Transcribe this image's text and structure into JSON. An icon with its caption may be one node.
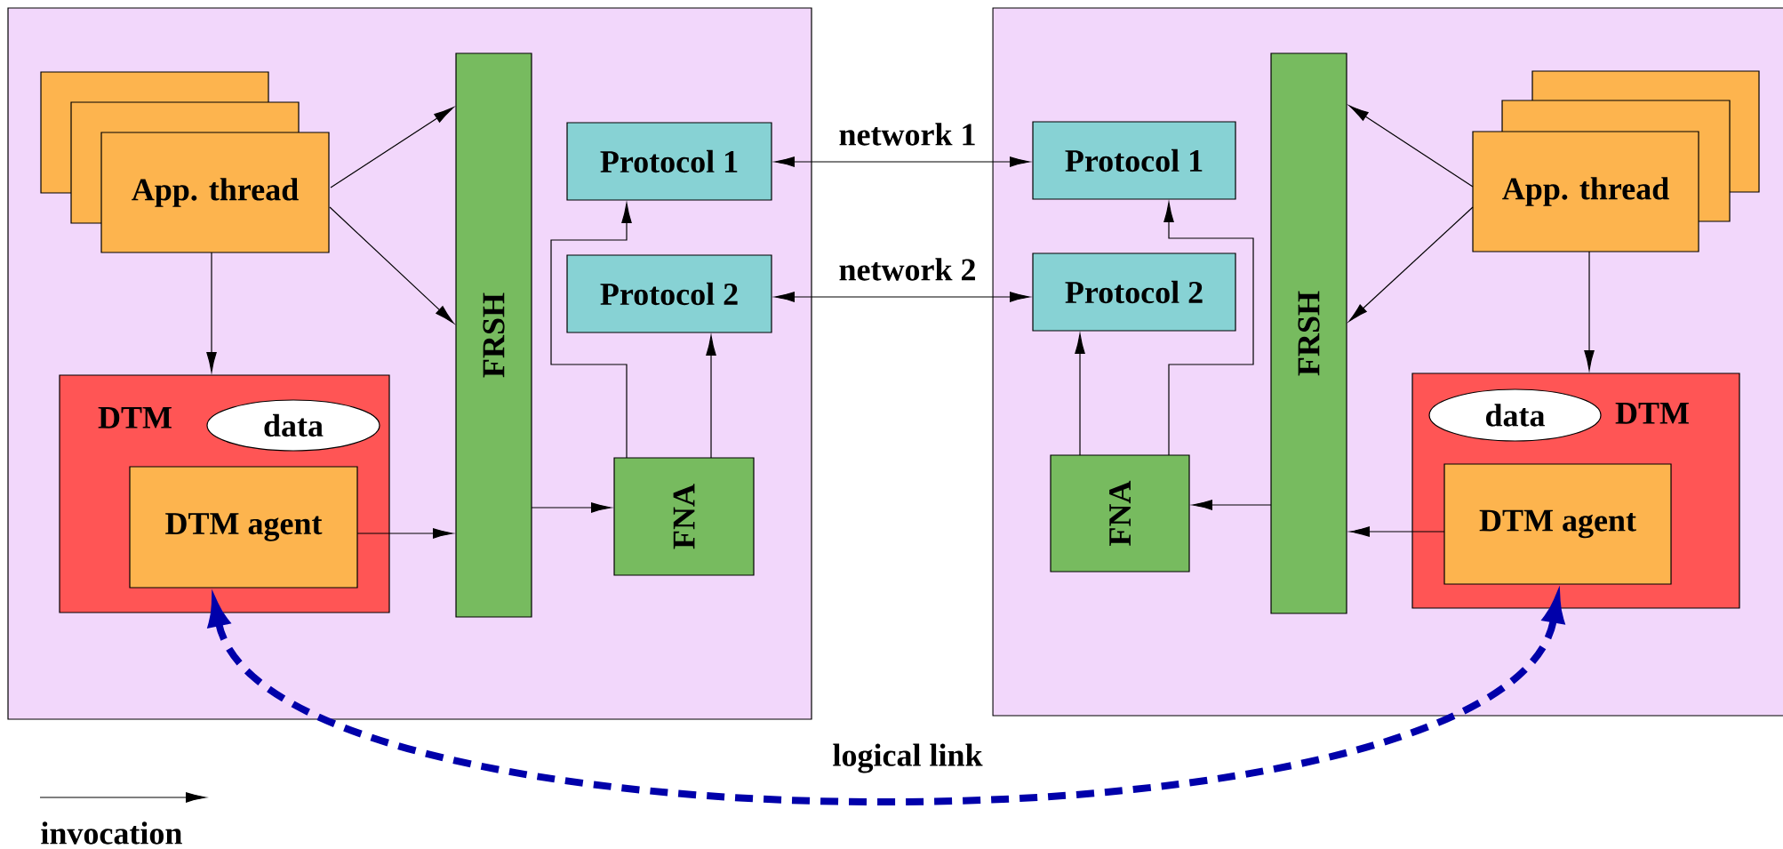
{
  "diagram": {
    "nodes": [
      {
        "text": [],
        "shape": "box"
      },
      {
        "text": [],
        "shape": "box",
        "in": 0
      },
      {
        "text": [],
        "shape": "box",
        "in": 0
      },
      {
        "text": [
          "App. thread"
        ],
        "in": 0
      },
      {
        "text": [
          "FRSH"
        ],
        "in": 0
      },
      {
        "text": [
          "Protocol 1"
        ],
        "in": 0
      },
      {
        "text": [
          "Protocol 2"
        ],
        "in": 0
      },
      {
        "text": [
          "DTM"
        ],
        "in": 0
      },
      {
        "text": [
          "data"
        ],
        "in": 7
      },
      {
        "text": [
          "DTM agent"
        ],
        "in": 7
      },
      {
        "text": [
          "FNA"
        ],
        "in": 0
      },
      {
        "text": [],
        "shape": "box"
      },
      {
        "text": [
          "Protocol 1"
        ],
        "in": 11
      },
      {
        "text": [
          "Protocol 2"
        ],
        "in": 11
      },
      {
        "text": [
          "FRSH"
        ],
        "in": 11
      },
      {
        "text": [],
        "shape": "box",
        "in": 11
      },
      {
        "text": [],
        "shape": "box",
        "in": 11
      },
      {
        "text": [
          "App. thread"
        ],
        "in": 11
      },
      {
        "text": [
          "DTM"
        ],
        "in": 11
      },
      {
        "text": [
          "data"
        ],
        "in": 18
      },
      {
        "text": [
          "DTM agent"
        ],
        "in": 18
      },
      {
        "text": [
          "FNA"
        ],
        "in": 11
      }
    ],
    "edges": [
      {
        "from": 3,
        "to": 4,
        "arrow": "to"
      },
      {
        "from": 3,
        "to": 4,
        "arrow": "to"
      },
      {
        "from": 3,
        "to": 7,
        "arrow": "to"
      },
      {
        "from": 9,
        "to": 4,
        "arrow": "to"
      },
      {
        "from": 4,
        "to": 10,
        "arrow": "to"
      },
      {
        "from": 10,
        "to": 6,
        "arrow": "to"
      },
      {
        "from": 10,
        "to": 5,
        "arrow": "to"
      },
      {
        "from": 5,
        "to": 12,
        "arrow": "both",
        "label": "network 1"
      },
      {
        "from": 6,
        "to": 13,
        "arrow": "both",
        "label": "network 2"
      },
      {
        "from": 17,
        "to": 14,
        "arrow": "to"
      },
      {
        "from": 17,
        "to": 14,
        "arrow": "to"
      },
      {
        "from": 17,
        "to": 18,
        "arrow": "to"
      },
      {
        "from": 20,
        "to": 14,
        "arrow": "to"
      },
      {
        "from": 14,
        "to": 21,
        "arrow": "to"
      },
      {
        "from": 21,
        "to": 12,
        "arrow": "to"
      },
      {
        "from": 21,
        "to": 13,
        "arrow": "to"
      },
      {
        "from": 9,
        "to": 20,
        "arrow": "both",
        "label": "logical link",
        "style": "dashed",
        "color": "#0000aa"
      }
    ],
    "legend": [
      {
        "text": "invocation"
      }
    ]
  }
}
